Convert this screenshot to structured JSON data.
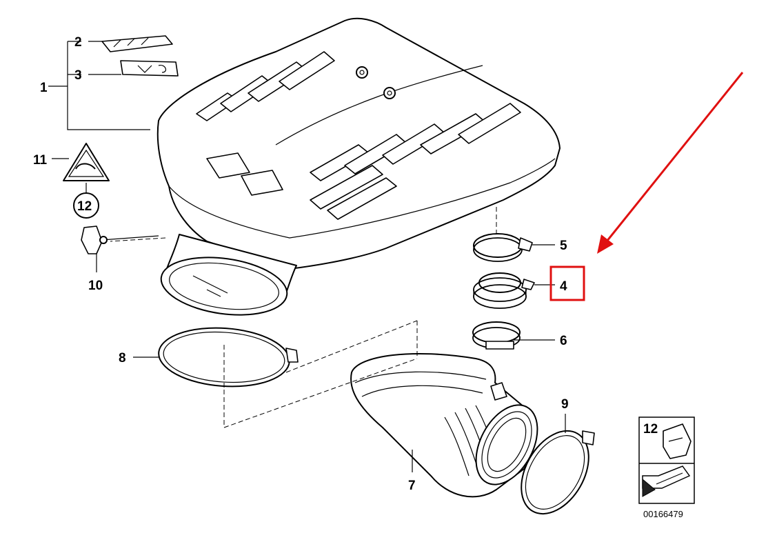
{
  "callouts": {
    "c1": "1",
    "c2": "2",
    "c3": "3",
    "c4": "4",
    "c5": "5",
    "c6": "6",
    "c7": "7",
    "c8": "8",
    "c9": "9",
    "c10": "10",
    "c11": "11",
    "c12": "12",
    "inset_label": "12"
  },
  "diagram_id": "00166479",
  "highlight": {
    "target_callout": "4",
    "color": "#e01010"
  },
  "arrow_color": "#e01010"
}
